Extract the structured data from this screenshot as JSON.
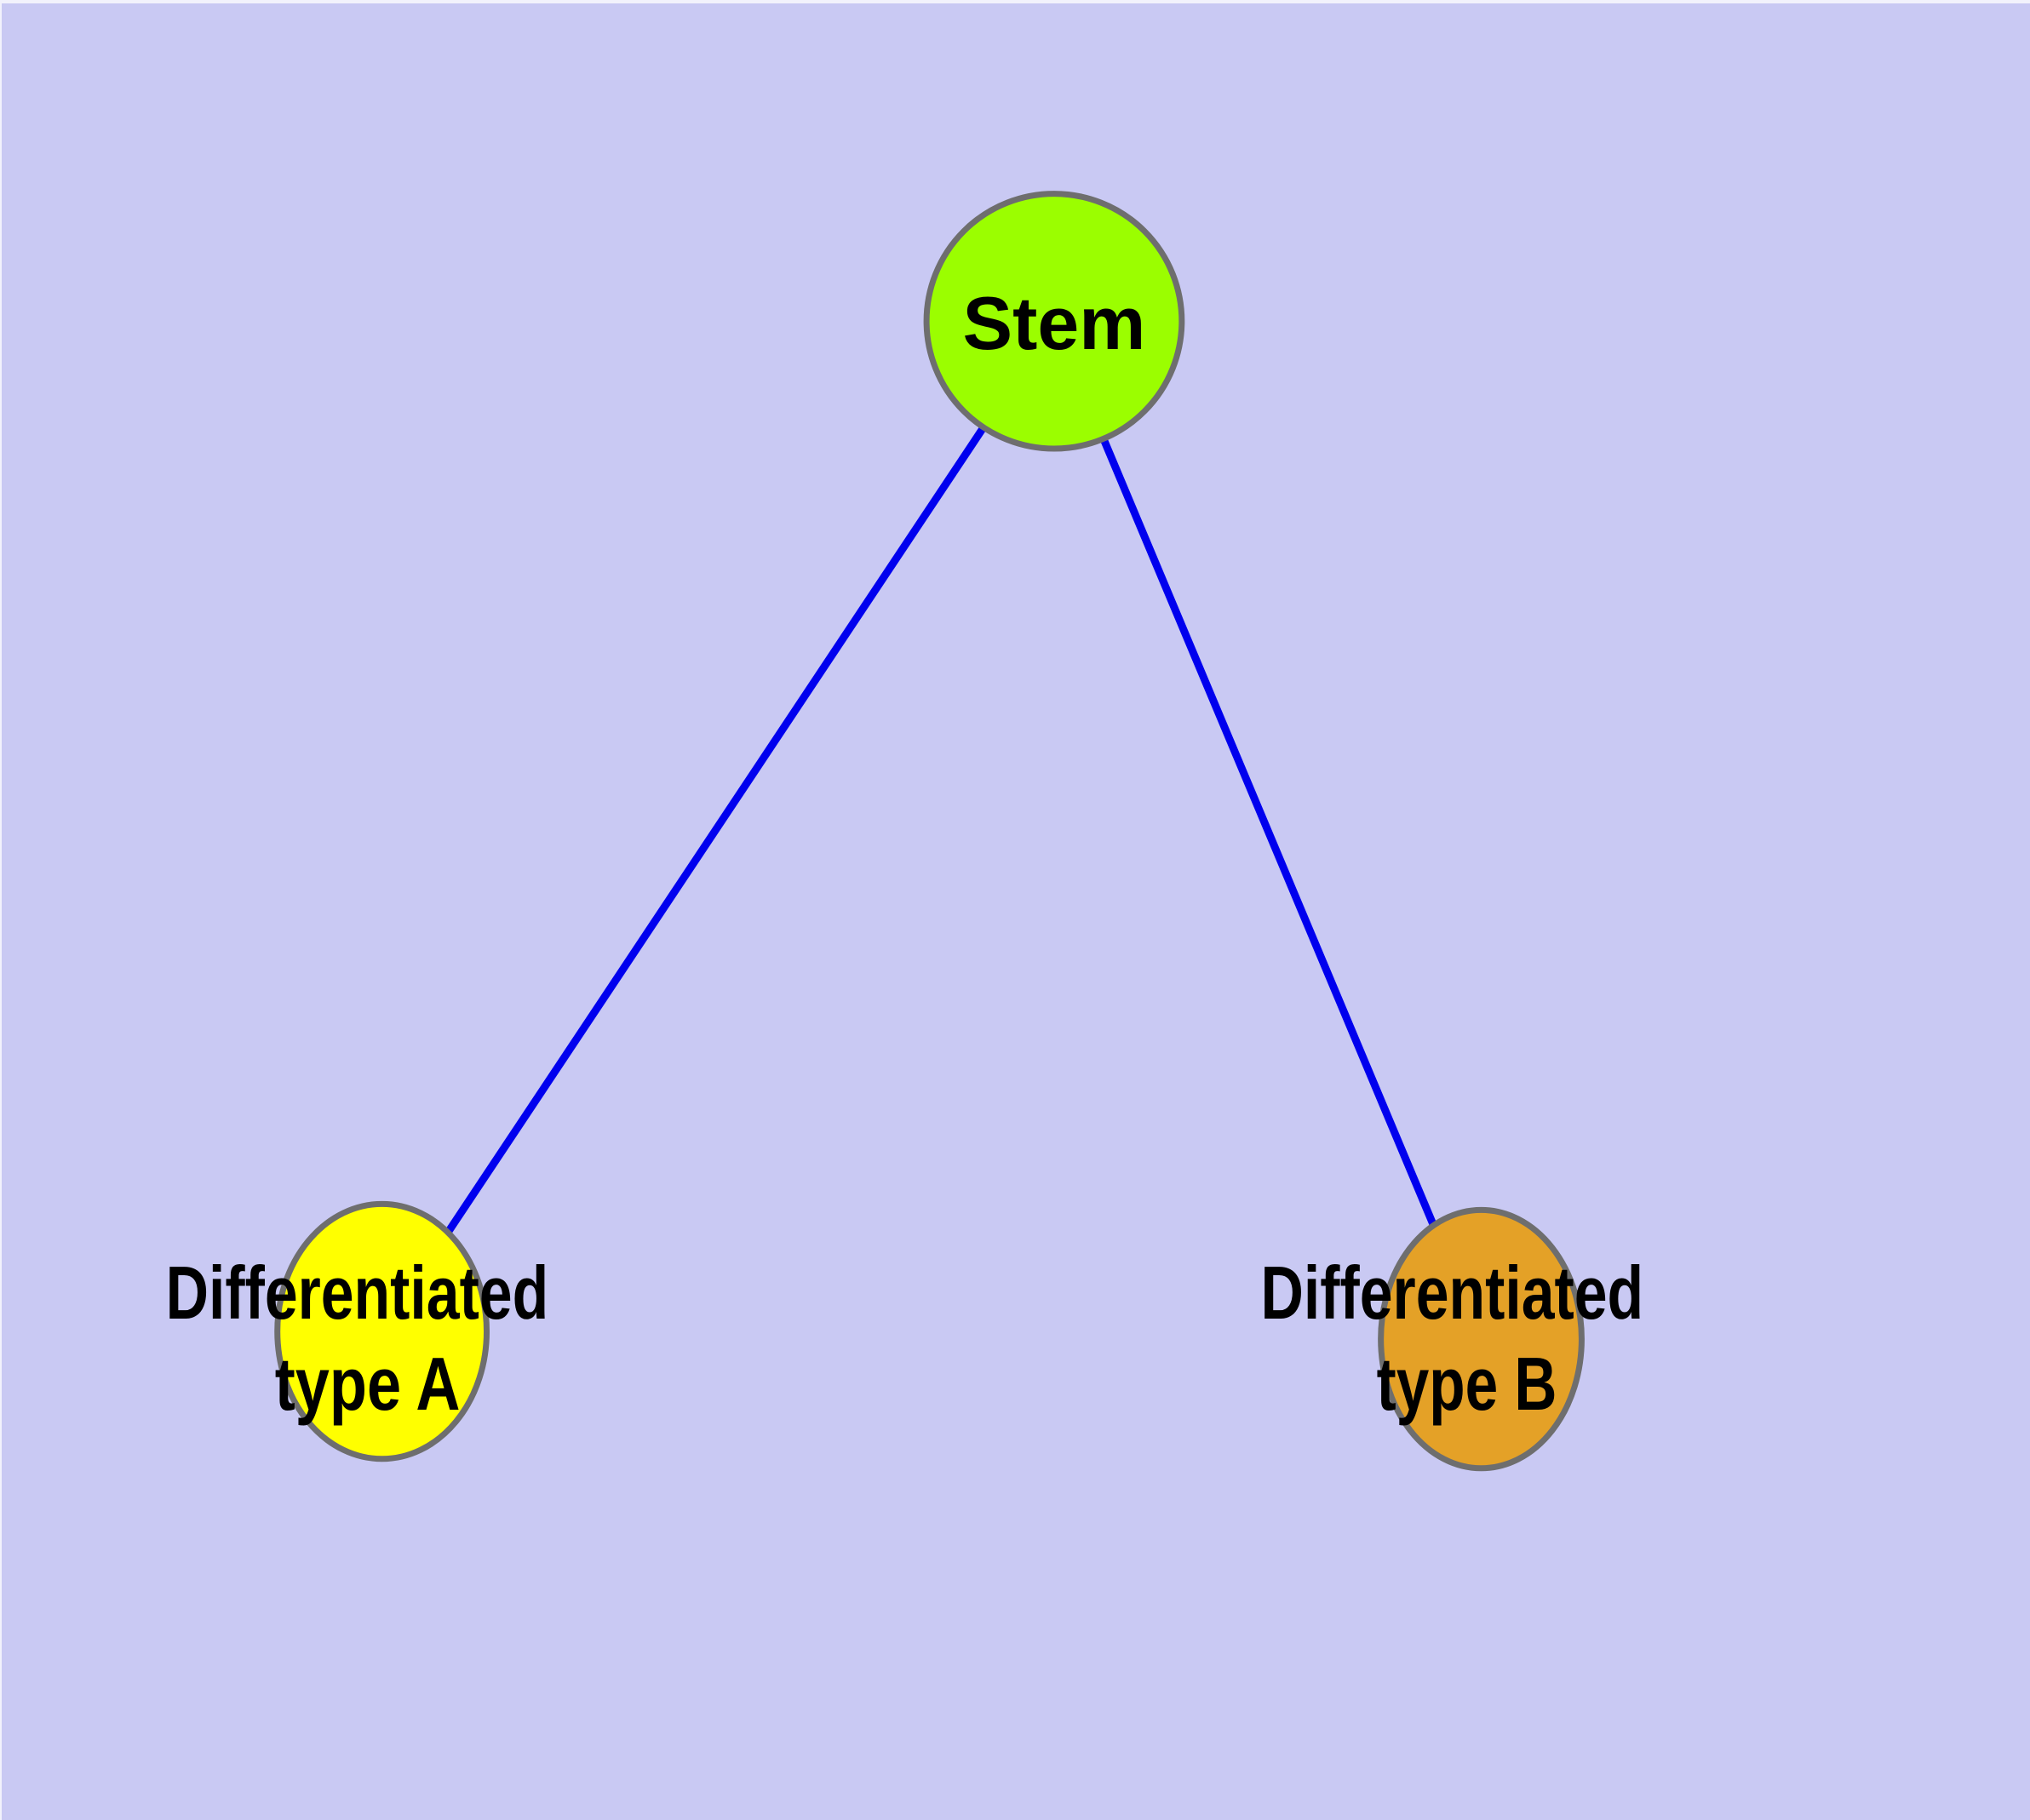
{
  "diagram": {
    "type": "node-link-graph",
    "description": "Stem cell differentiation diagram: one stem node linked to two differentiated cell-type nodes",
    "background_color": "#C9C9F3",
    "edge_color": "#0000EE",
    "edge_width": 9,
    "node_outline_color": "#6E6E6E",
    "node_outline_width": 7,
    "label_color": "#000000",
    "nodes": {
      "stem": {
        "label": "Stem",
        "color": "#9BFE00"
      },
      "type_a": {
        "label": "Differentiated type A",
        "line1": "Differentiated",
        "line2": "type A",
        "color": "#FFFF00"
      },
      "type_b": {
        "label": "Differentiated type B",
        "line1": "Differentiated",
        "line2": "type B",
        "color": "#E4A127"
      }
    },
    "edges": [
      {
        "from": "Stem",
        "to": "Differentiated type A"
      },
      {
        "from": "Stem",
        "to": "Differentiated type B"
      }
    ]
  }
}
